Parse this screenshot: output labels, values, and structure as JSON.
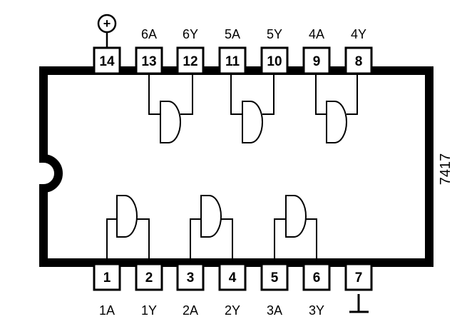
{
  "part_number": "7417",
  "top_pins": [
    {
      "number": "14",
      "label": ""
    },
    {
      "number": "13",
      "label": "6A"
    },
    {
      "number": "12",
      "label": "6Y"
    },
    {
      "number": "11",
      "label": "5A"
    },
    {
      "number": "10",
      "label": "5Y"
    },
    {
      "number": "9",
      "label": "4A"
    },
    {
      "number": "8",
      "label": "4Y"
    }
  ],
  "bottom_pins": [
    {
      "number": "1",
      "label": "1A"
    },
    {
      "number": "2",
      "label": "1Y"
    },
    {
      "number": "3",
      "label": "2A"
    },
    {
      "number": "4",
      "label": "2Y"
    },
    {
      "number": "5",
      "label": "3A"
    },
    {
      "number": "6",
      "label": "3Y"
    },
    {
      "number": "7",
      "label": ""
    }
  ],
  "power_symbol": "+",
  "icons": [
    "vcc-plus-icon",
    "ground-icon"
  ]
}
